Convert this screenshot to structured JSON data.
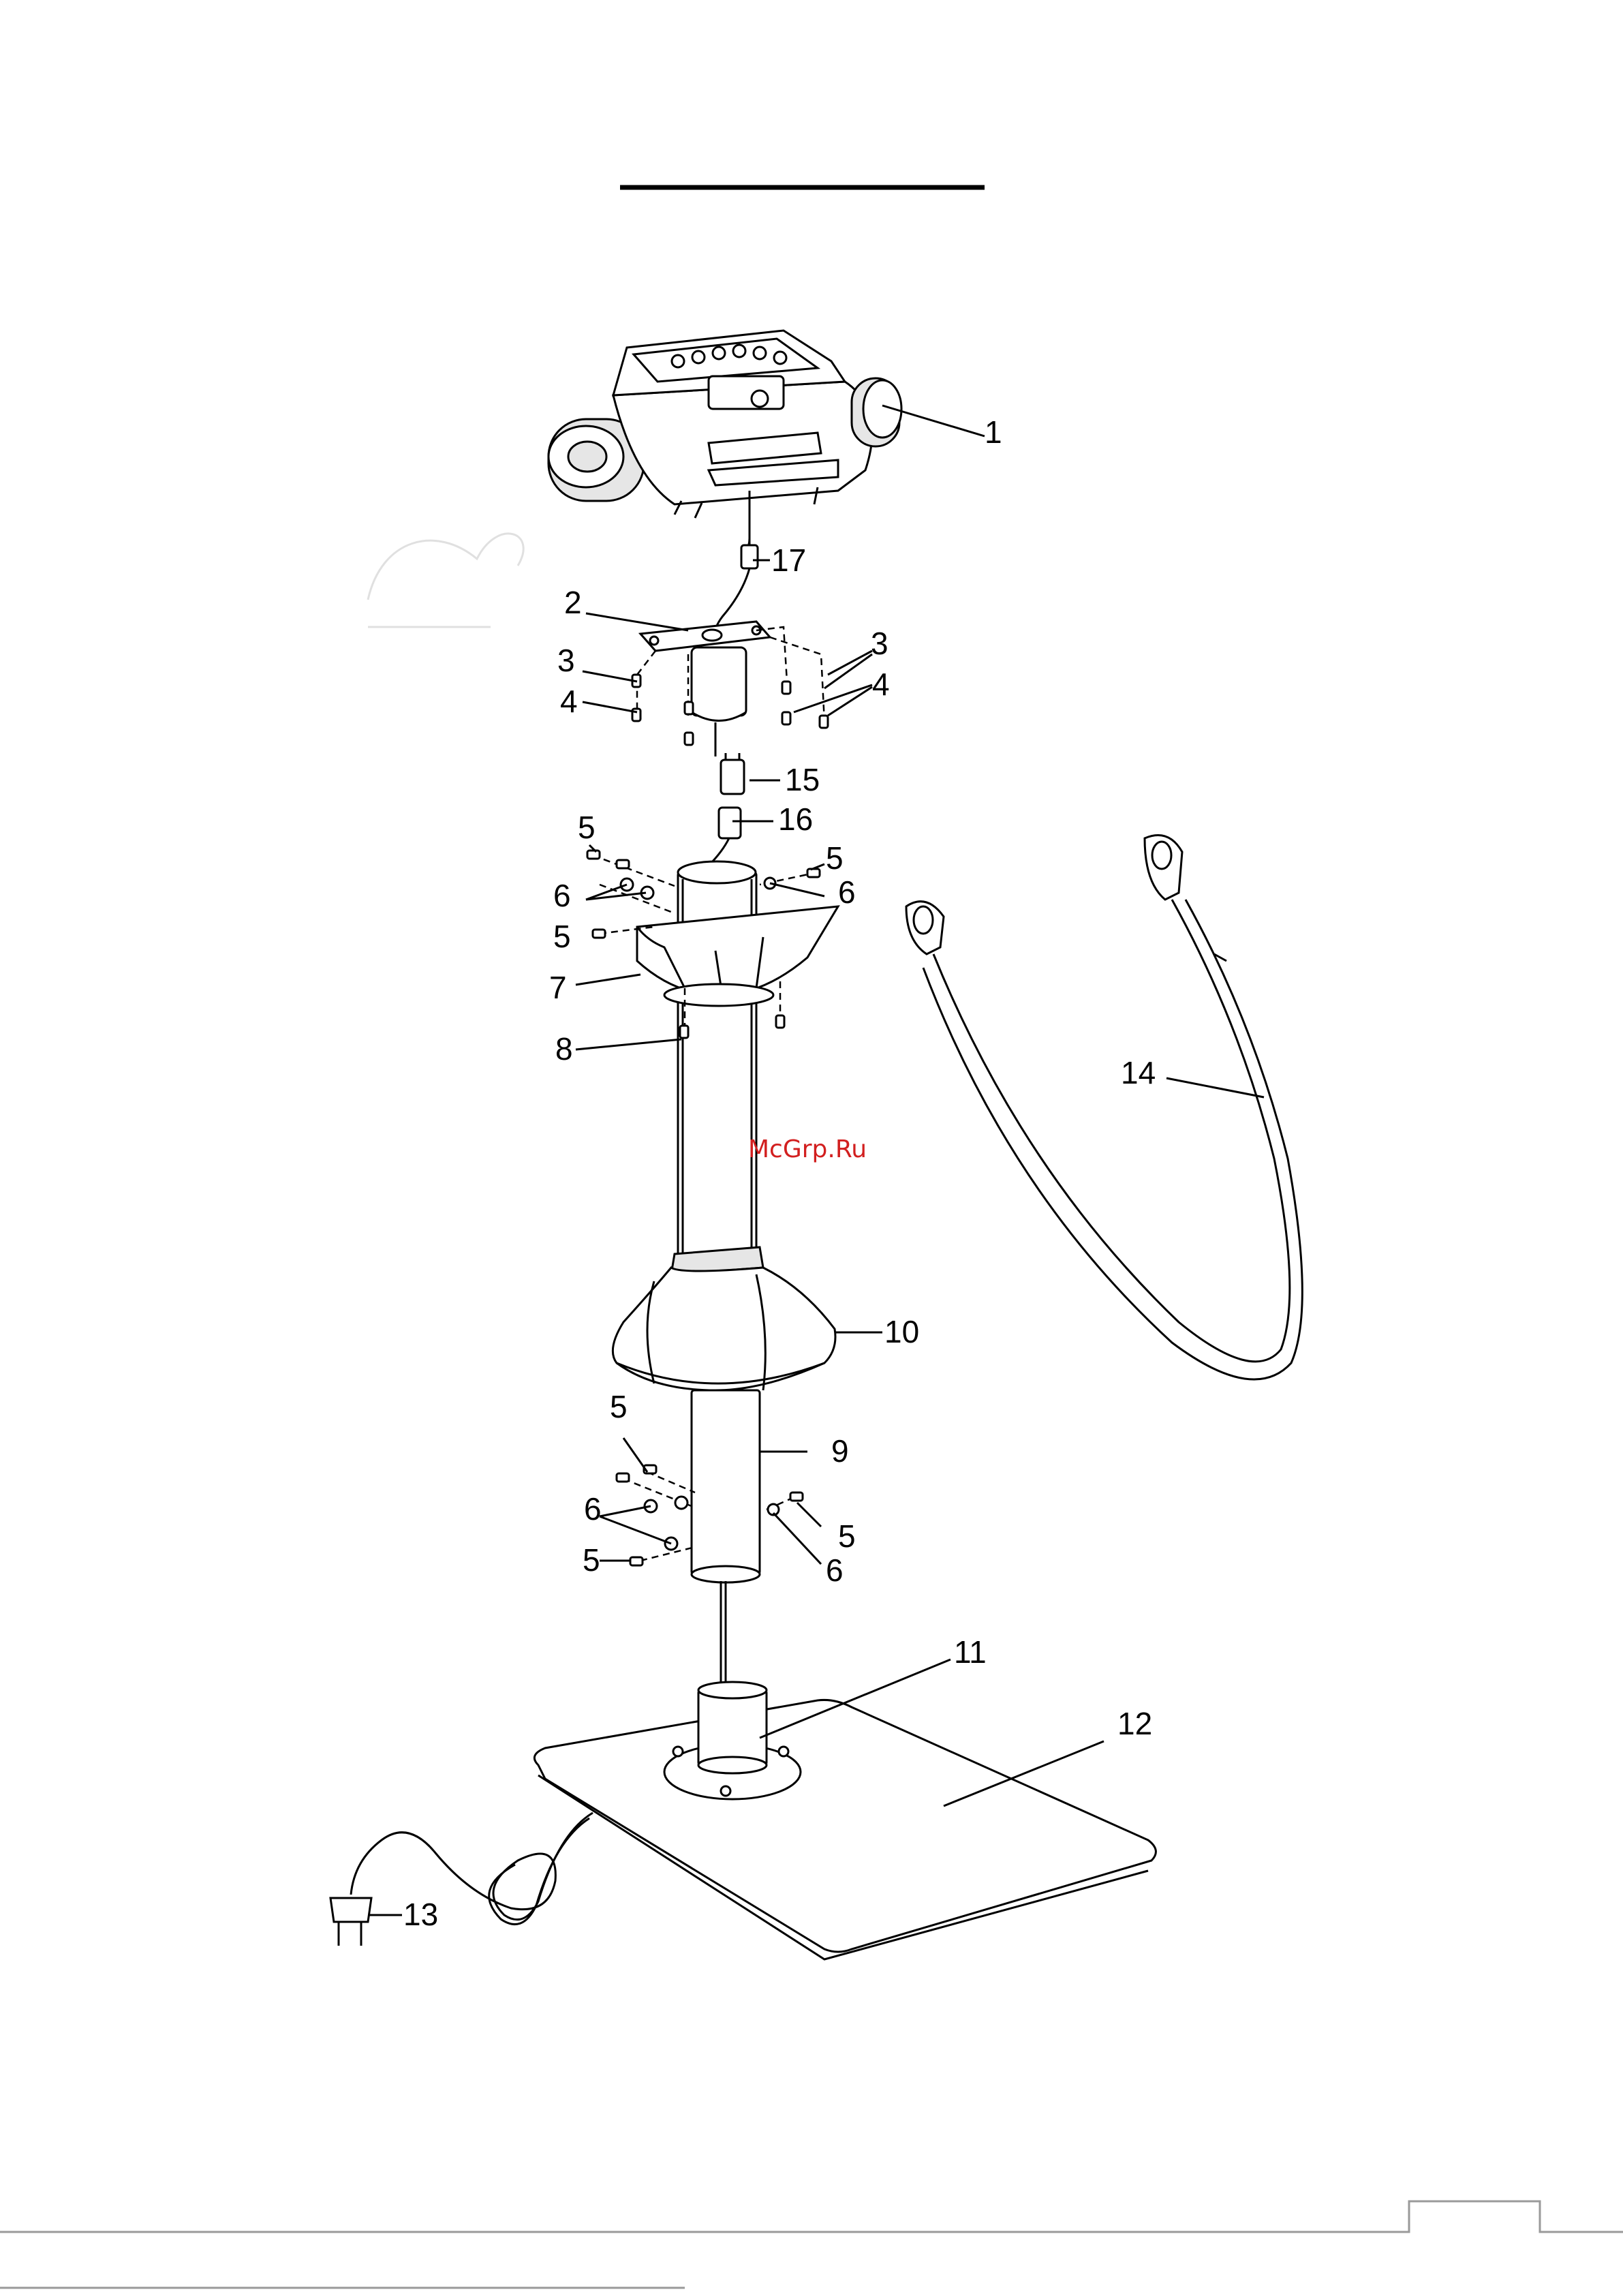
{
  "watermark": "McGrp.Ru",
  "callouts": [
    {
      "id": "callout-1",
      "text": "1"
    },
    {
      "id": "callout-2",
      "text": "2"
    },
    {
      "id": "callout-3a",
      "text": "3"
    },
    {
      "id": "callout-3b",
      "text": "3"
    },
    {
      "id": "callout-4a",
      "text": "4"
    },
    {
      "id": "callout-4b",
      "text": "4"
    },
    {
      "id": "callout-5a",
      "text": "5"
    },
    {
      "id": "callout-5b",
      "text": "5"
    },
    {
      "id": "callout-5c",
      "text": "5"
    },
    {
      "id": "callout-5d",
      "text": "5"
    },
    {
      "id": "callout-5e",
      "text": "5"
    },
    {
      "id": "callout-5f",
      "text": "5"
    },
    {
      "id": "callout-6a",
      "text": "6"
    },
    {
      "id": "callout-6b",
      "text": "6"
    },
    {
      "id": "callout-6c",
      "text": "6"
    },
    {
      "id": "callout-6d",
      "text": "6"
    },
    {
      "id": "callout-7",
      "text": "7"
    },
    {
      "id": "callout-8",
      "text": "8"
    },
    {
      "id": "callout-9",
      "text": "9"
    },
    {
      "id": "callout-10",
      "text": "10"
    },
    {
      "id": "callout-11",
      "text": "11"
    },
    {
      "id": "callout-12",
      "text": "12"
    },
    {
      "id": "callout-13",
      "text": "13"
    },
    {
      "id": "callout-14",
      "text": "14"
    },
    {
      "id": "callout-15",
      "text": "15"
    },
    {
      "id": "callout-16",
      "text": "16"
    },
    {
      "id": "callout-17",
      "text": "17"
    }
  ]
}
